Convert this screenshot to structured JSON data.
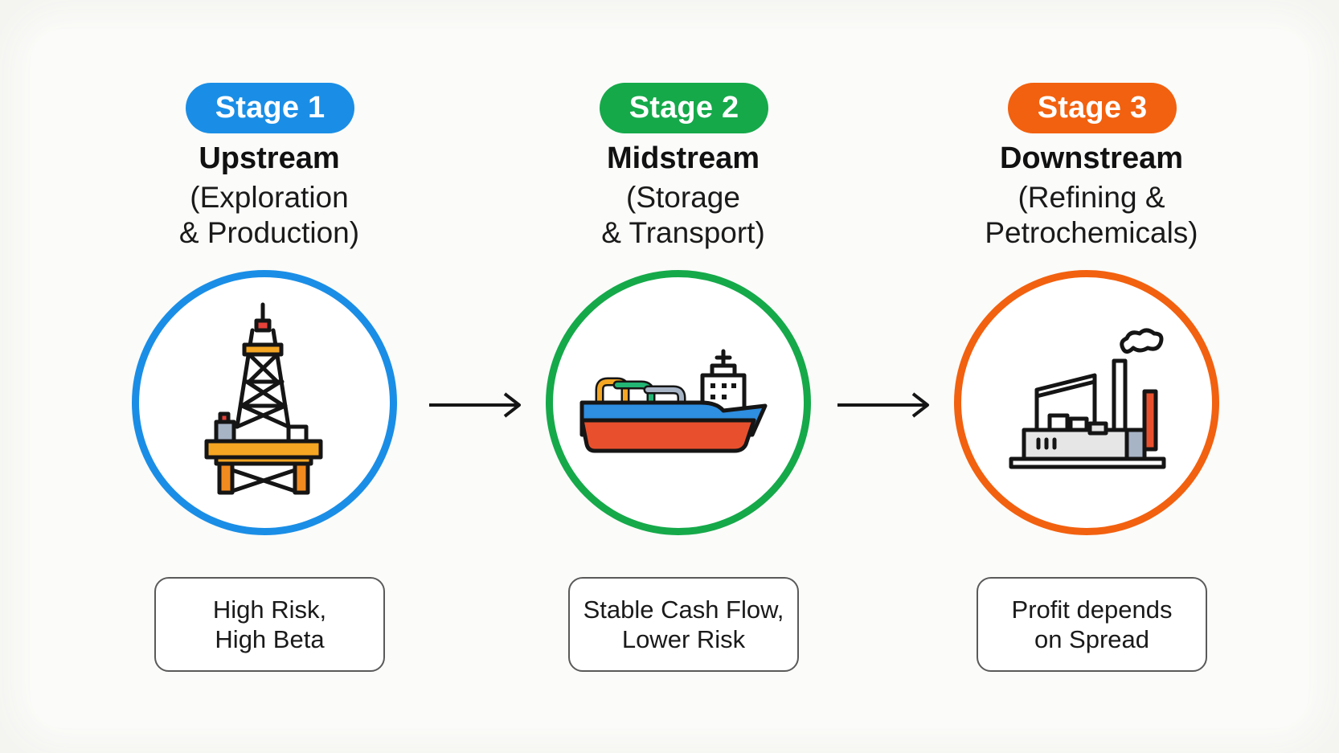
{
  "colors": {
    "stage1": "#1a8ee6",
    "stage2": "#15a94a",
    "stage3": "#f2610f"
  },
  "stages": [
    {
      "badge": "Stage 1",
      "title": "Upstream",
      "subtitle": "(Exploration\n& Production)",
      "icon": "oil-rig-icon",
      "note": "High Risk,\nHigh Beta"
    },
    {
      "badge": "Stage 2",
      "title": "Midstream",
      "subtitle": "(Storage\n& Transport)",
      "icon": "tanker-ship-icon",
      "note": "Stable Cash Flow,\nLower Risk"
    },
    {
      "badge": "Stage 3",
      "title": "Downstream",
      "subtitle": "(Refining &\nPetrochemicals)",
      "icon": "refinery-icon",
      "note": "Profit depends\non Spread"
    }
  ],
  "connectors": [
    "arrow-right-icon",
    "arrow-right-icon"
  ]
}
